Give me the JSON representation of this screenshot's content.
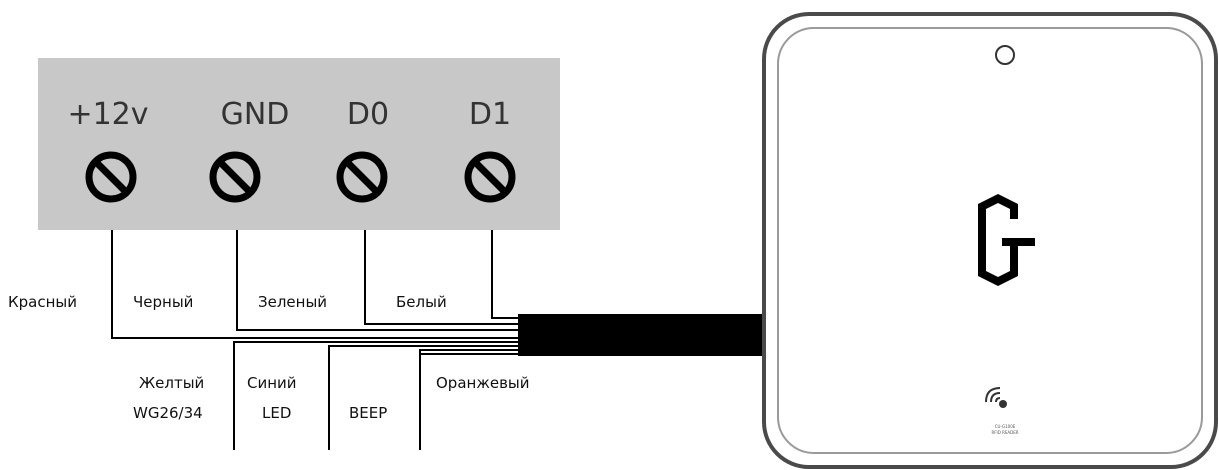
{
  "terminal_block": {
    "terminals": [
      "+12v",
      "GND",
      "D0",
      "D1"
    ]
  },
  "wires_top": [
    "Красный",
    "Черный",
    "Зеленый",
    "Белый"
  ],
  "wires_bottom": {
    "yellow": [
      "Желтый",
      "WG26/34"
    ],
    "blue": [
      "Синий",
      "LED"
    ],
    "beep": "BEEP",
    "orange": "Оранжевый"
  },
  "reader": {
    "logo_icon": "g-hexagon-logo-icon",
    "nfc_icon": "contactless-icon",
    "model_text": [
      "CU-G100E",
      "RFID READER"
    ]
  },
  "colors": {
    "terminal_block": "#c8c8c8",
    "cable": "#000000",
    "reader_border": "#4a4a4a"
  }
}
